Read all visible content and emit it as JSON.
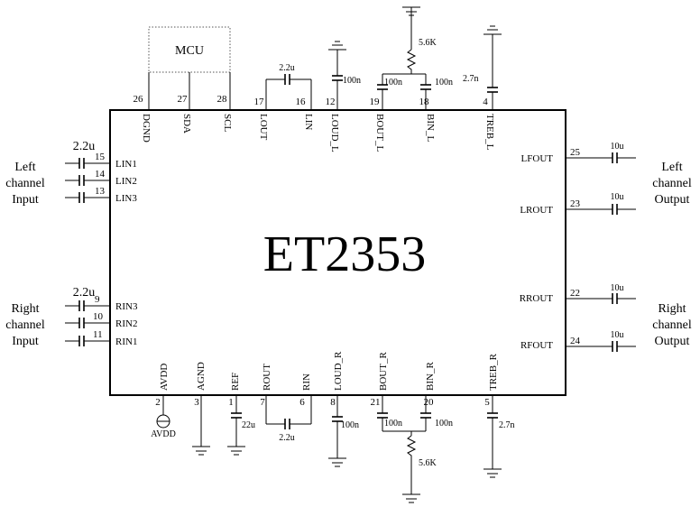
{
  "chip": {
    "name": "ET2353"
  },
  "mcu": {
    "label": "MCU"
  },
  "side_labels": {
    "left_in": [
      "Left",
      "channel",
      "Input"
    ],
    "right_in": [
      "Right",
      "channel",
      "Input"
    ],
    "left_out": [
      "Left",
      "channel",
      "Output"
    ],
    "right_out": [
      "Right",
      "channel",
      "Output"
    ]
  },
  "pins": {
    "top": [
      {
        "num": "26",
        "name": "DGND"
      },
      {
        "num": "27",
        "name": "SDA"
      },
      {
        "num": "28",
        "name": "SCL"
      },
      {
        "num": "17",
        "name": "LOUT"
      },
      {
        "num": "16",
        "name": "LIN"
      },
      {
        "num": "12",
        "name": "LOUD_L"
      },
      {
        "num": "19",
        "name": "BOUT_L"
      },
      {
        "num": "18",
        "name": "BIN_L"
      },
      {
        "num": "4",
        "name": "TREB_L"
      }
    ],
    "left": [
      {
        "num": "15",
        "name": "LIN1"
      },
      {
        "num": "14",
        "name": "LIN2"
      },
      {
        "num": "13",
        "name": "LIN3"
      },
      {
        "num": "9",
        "name": "RIN3"
      },
      {
        "num": "10",
        "name": "RIN2"
      },
      {
        "num": "11",
        "name": "RIN1"
      }
    ],
    "right": [
      {
        "num": "25",
        "name": "LFOUT"
      },
      {
        "num": "23",
        "name": "LROUT"
      },
      {
        "num": "22",
        "name": "RROUT"
      },
      {
        "num": "24",
        "name": "RFOUT"
      }
    ],
    "bottom": [
      {
        "num": "2",
        "name": "AVDD"
      },
      {
        "num": "3",
        "name": "AGND"
      },
      {
        "num": "1",
        "name": "REF"
      },
      {
        "num": "7",
        "name": "ROUT"
      },
      {
        "num": "6",
        "name": "RIN"
      },
      {
        "num": "8",
        "name": "LOUD_R"
      },
      {
        "num": "21",
        "name": "BOUT_R"
      },
      {
        "num": "20",
        "name": "BIN_R"
      },
      {
        "num": "5",
        "name": "TREB_R"
      }
    ]
  },
  "values": {
    "input_cap_left": "2.2u",
    "input_cap_right": "2.2u",
    "lout_lin_cap": "2.2u",
    "rout_rin_cap": "2.2u",
    "loud_l_cap": "100n",
    "bout_l_cap": "100n",
    "bin_l_cap": "100n",
    "bass_l_res": "5.6K",
    "treb_l_cap": "2.7n",
    "loud_r_cap": "100n",
    "bout_r_cap": "100n",
    "bin_r_cap": "100n",
    "bass_r_res": "5.6K",
    "treb_r_cap": "2.7n",
    "ref_cap": "22u",
    "out_cap_lf": "10u",
    "out_cap_lr": "10u",
    "out_cap_rr": "10u",
    "out_cap_rf": "10u",
    "avdd_label": "AVDD"
  }
}
